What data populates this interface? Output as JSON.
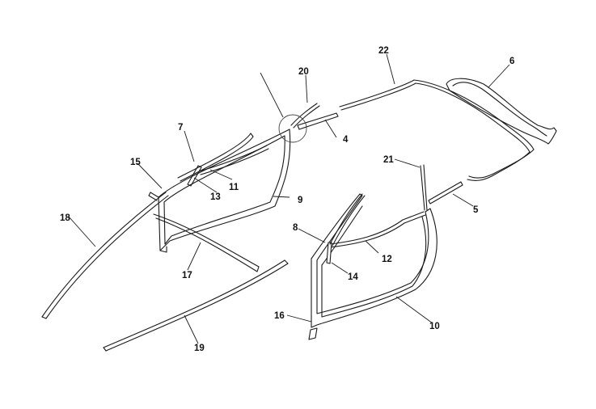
{
  "diagram": {
    "callouts": {
      "c4": "4",
      "c5": "5",
      "c6": "6",
      "c7": "7",
      "c8": "8",
      "c9": "9",
      "c10": "10",
      "c11": "11",
      "c12": "12",
      "c13": "13",
      "c14": "14",
      "c15": "15",
      "c16": "16",
      "c17": "17",
      "c18": "18",
      "c19": "19",
      "c20": "20",
      "c21": "21",
      "c22": "22"
    }
  }
}
